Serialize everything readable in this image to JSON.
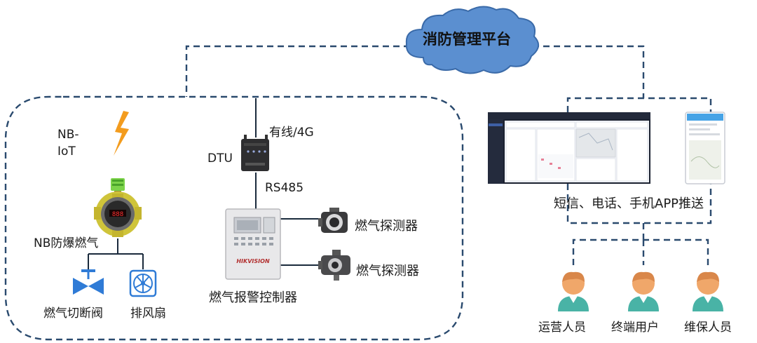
{
  "platform": {
    "title": "消防管理平台"
  },
  "nb_iot": {
    "line1": "NB-",
    "line2": "IoT",
    "detector_label": "NB防爆燃气"
  },
  "valve": {
    "label": "燃气切断阀"
  },
  "fan": {
    "label": "排风扇"
  },
  "dtu": {
    "label": "DTU",
    "uplink": "有线/4G",
    "downlink": "RS485"
  },
  "controller": {
    "label": "燃气报警控制器",
    "brand": "HIKVISION"
  },
  "detectors": [
    {
      "label": "燃气探测器"
    },
    {
      "label": "燃气探测器"
    }
  ],
  "push": {
    "label": "短信、电话、手机APP推送"
  },
  "users": [
    {
      "label": "运营人员"
    },
    {
      "label": "终端用户"
    },
    {
      "label": "维保人员"
    }
  ],
  "colors": {
    "dash_line": "#2a4a6e",
    "cloud_fill": "#5b8fd0",
    "cloud_stroke": "#3a6aa8",
    "lightning": "#f39c1e",
    "icon_blue": "#2f7bd6",
    "person_skin": "#f0a76a",
    "person_body": "#49b3a6"
  }
}
